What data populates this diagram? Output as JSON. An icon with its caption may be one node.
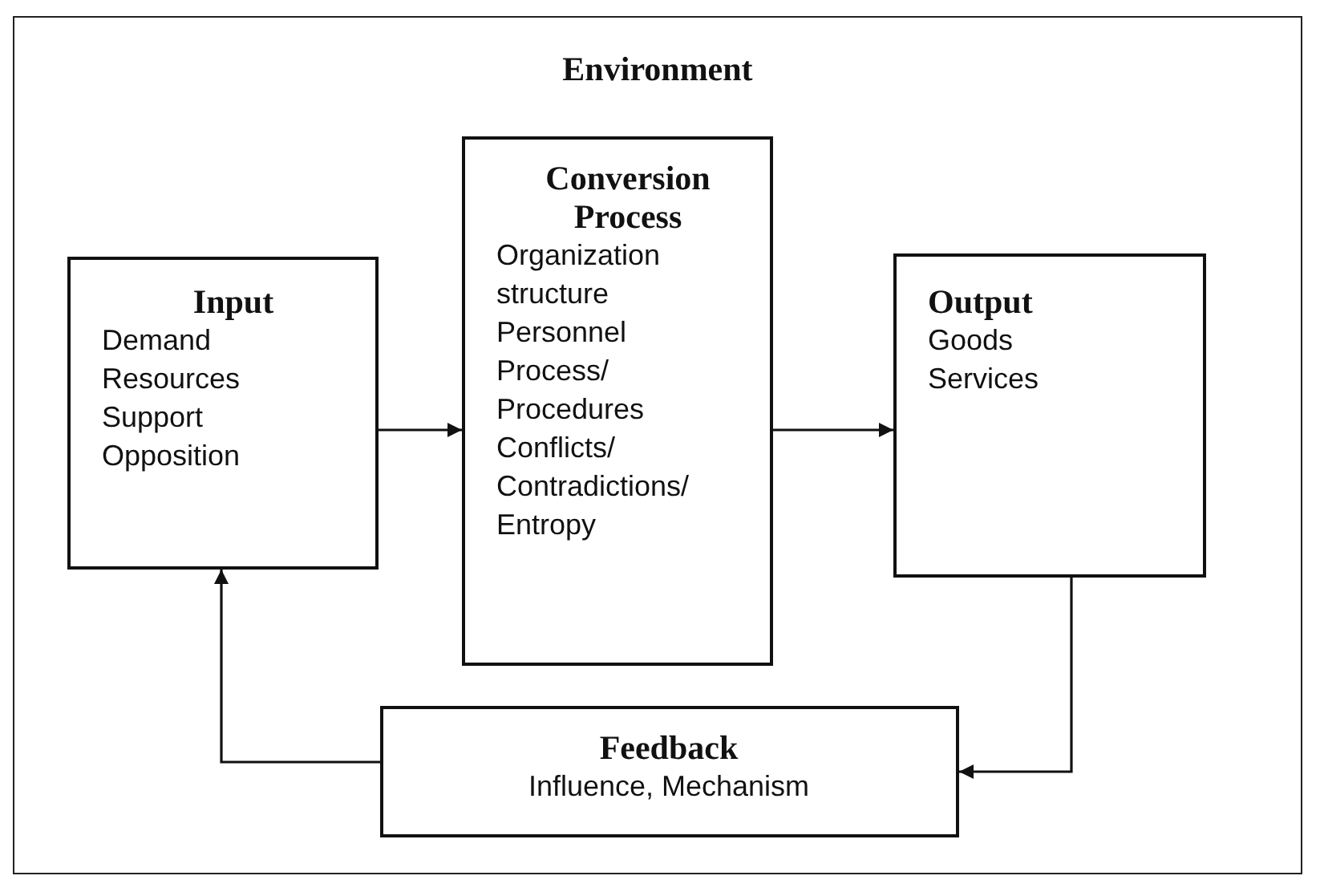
{
  "diagram": {
    "nodes": [
      {
        "text": [
          "Environment"
        ]
      },
      {
        "text": [
          "Input",
          "Demand",
          "Resources",
          "Support",
          "Opposition"
        ],
        "in": 0
      },
      {
        "text": [
          "Conversion Process",
          "Organization structure",
          "Personnel",
          "Process/ Procedures",
          "Conflicts/ Contradictions/ Entropy"
        ],
        "in": 0
      },
      {
        "text": [
          "Output",
          "Goods",
          "Services"
        ],
        "in": 0
      },
      {
        "text": [
          "Feedback",
          "Influence, Mechanism"
        ],
        "in": 0
      }
    ],
    "edges": [
      {
        "from": 1,
        "to": 2,
        "arrow": "to"
      },
      {
        "from": 2,
        "to": 3,
        "arrow": "to"
      },
      {
        "from": 3,
        "to": 4,
        "arrow": "to"
      },
      {
        "from": 4,
        "to": 1,
        "arrow": "to"
      }
    ]
  }
}
